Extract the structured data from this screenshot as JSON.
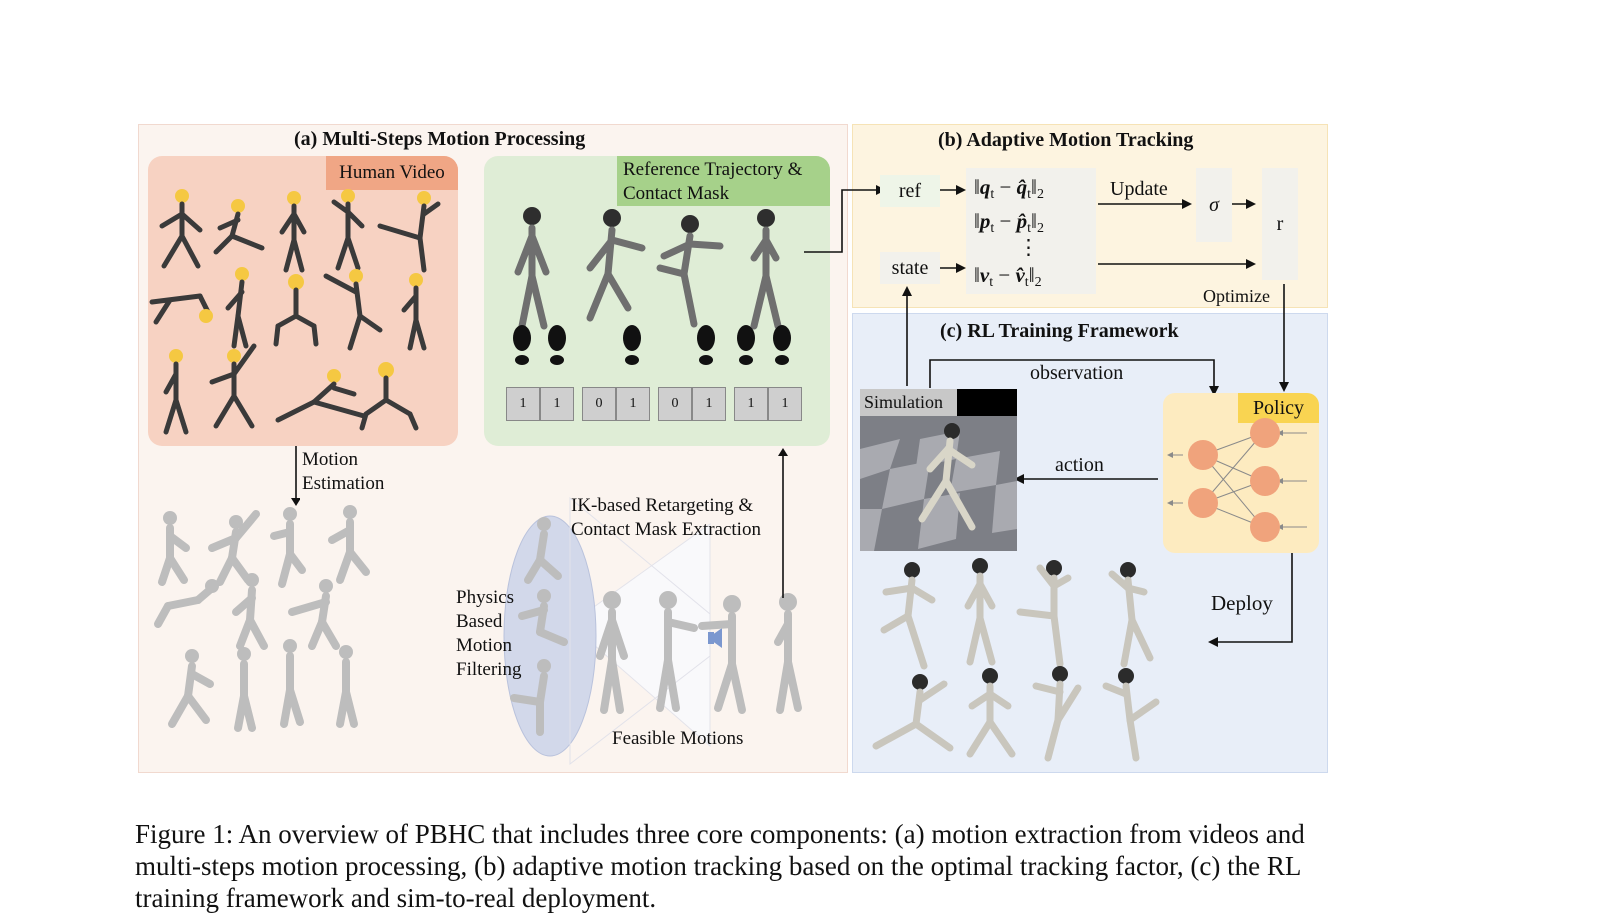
{
  "panel_a": {
    "title": "(a) Multi-Steps Motion Processing",
    "human_video_label": "Human Video",
    "reference_label": "Reference Trajectory &\nContact Mask",
    "contact_mask": [
      "1",
      "1",
      "0",
      "1",
      "0",
      "1",
      "1",
      "1"
    ],
    "motion_estimation_label": "Motion\nEstimation",
    "physics_filter_label": "Physics\nBased\nMotion\nFiltering",
    "feasible_label": "Feasible Motions",
    "retarget_label": "IK-based Retargeting  &\nContact Mask  Extraction"
  },
  "panel_b": {
    "title": "(b) Adaptive Motion Tracking",
    "ref_label": "ref",
    "state_label": "state",
    "update_label": "Update",
    "sigma_label": "σ",
    "r_label": "r",
    "optimize_label": "Optimize"
  },
  "panel_c": {
    "title": "(c) RL Training Framework",
    "observation_label": "observation",
    "action_label": "action",
    "simulation_label": "Simulation",
    "policy_label": "Policy",
    "deploy_label": "Deploy"
  },
  "caption": "Figure 1: An overview of PBHC that includes three core components: (a) motion extraction from videos and multi-steps motion processing, (b) adaptive motion tracking based on the optimal tracking factor, (c) the RL training framework and sim-to-real deployment."
}
